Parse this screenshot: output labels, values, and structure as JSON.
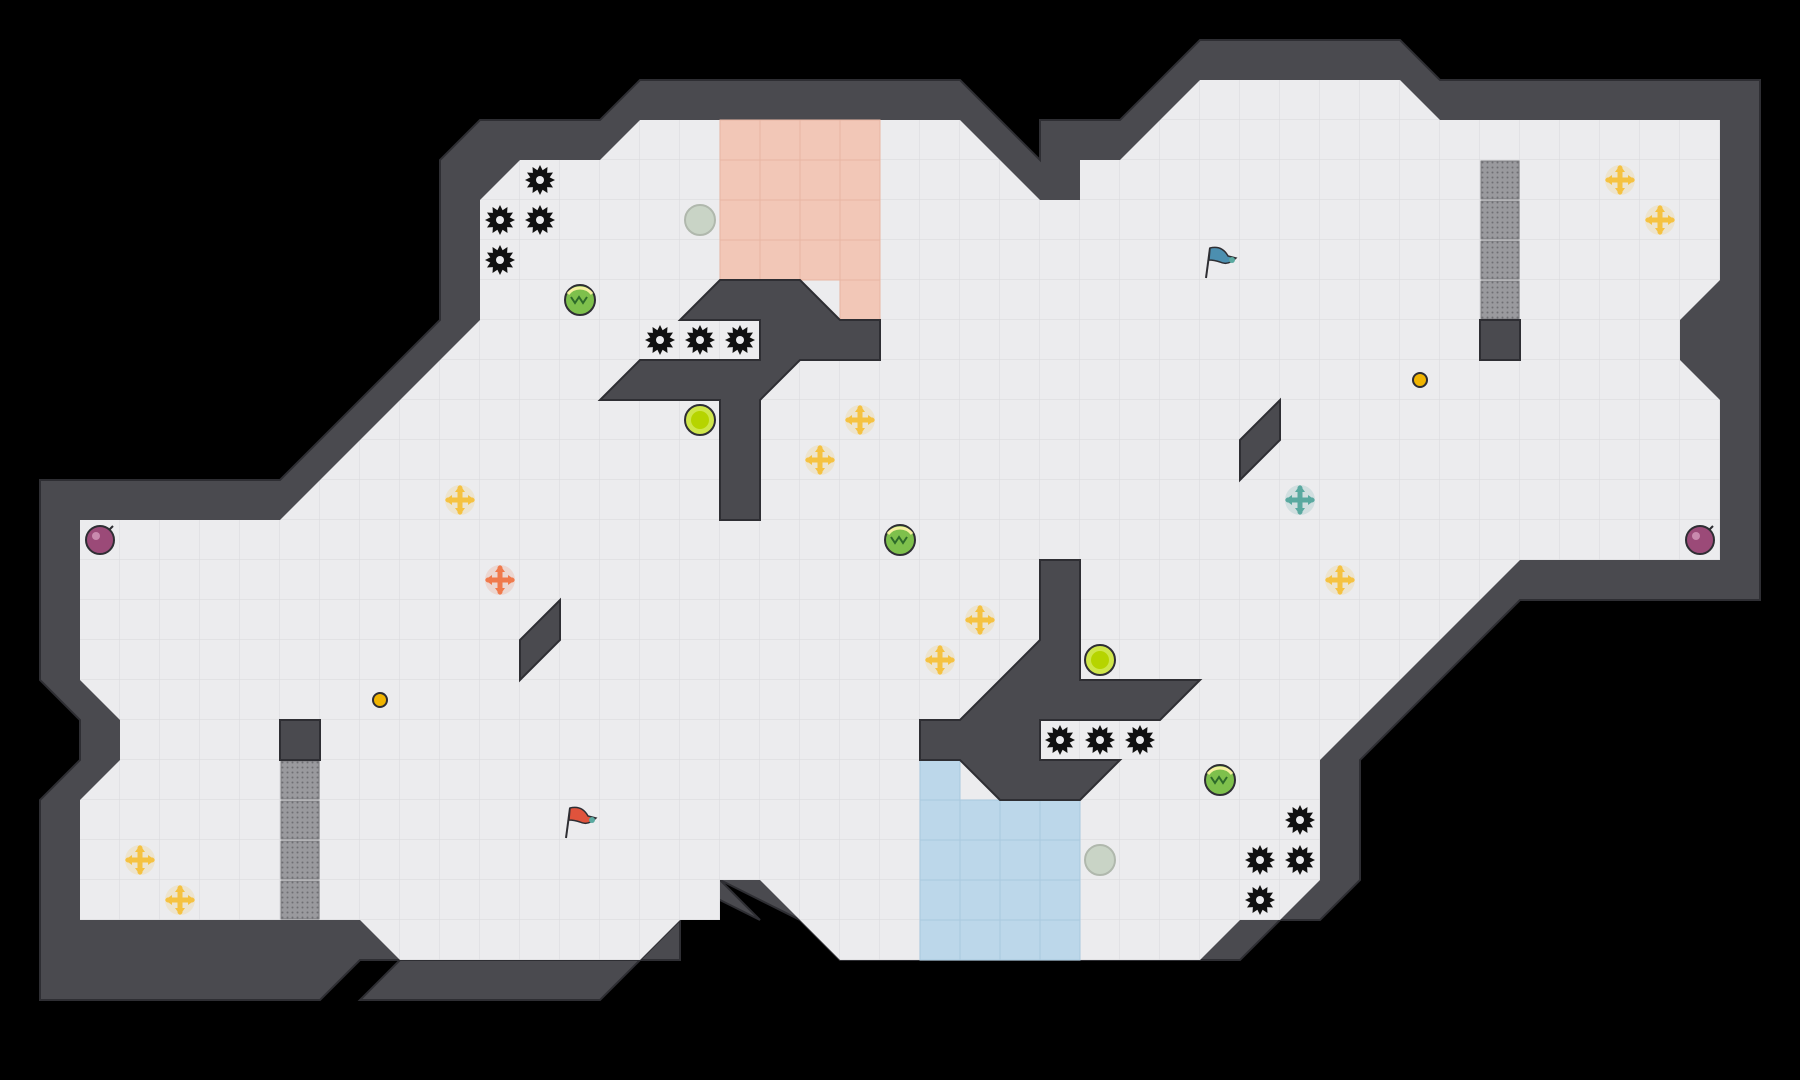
{
  "game": {
    "grid_cols": 45,
    "grid_rows": 27,
    "colors": {
      "background": "#000000",
      "wall": "#4a4a4f",
      "wall_edge": "#2e2e33",
      "floor": "#ececee",
      "floor_line": "#dcdcdf",
      "red_zone": "#f2c7b7",
      "blue_zone": "#bcd7ea",
      "grate": "#8a8a8e",
      "spike": "#111111",
      "coin": "#f0b400",
      "red_team": "#e0533c",
      "blue_team": "#4c8fb0",
      "bomb": "#9b4a78",
      "boost_yellow": "#f5c242",
      "boost_red": "#f07a4c",
      "boost_teal": "#5aa9a0",
      "powerup_green": "#7ec04c",
      "button_green": "#cfe64a",
      "button_inactive": "#c9d4c6"
    },
    "zones": [
      {
        "team": "red",
        "cells": [
          [
            18,
            3
          ],
          [
            19,
            3
          ],
          [
            20,
            3
          ],
          [
            21,
            3
          ],
          [
            18,
            4
          ],
          [
            19,
            4
          ],
          [
            20,
            4
          ],
          [
            21,
            4
          ],
          [
            18,
            5
          ],
          [
            19,
            5
          ],
          [
            20,
            5
          ],
          [
            21,
            5
          ],
          [
            18,
            6
          ],
          [
            19,
            6
          ],
          [
            20,
            6
          ],
          [
            21,
            6
          ],
          [
            21,
            7
          ]
        ]
      },
      {
        "team": "blue",
        "cells": [
          [
            23,
            19
          ],
          [
            23,
            20
          ],
          [
            24,
            20
          ],
          [
            25,
            20
          ],
          [
            26,
            20
          ],
          [
            23,
            21
          ],
          [
            24,
            21
          ],
          [
            25,
            21
          ],
          [
            26,
            21
          ],
          [
            23,
            22
          ],
          [
            24,
            22
          ],
          [
            25,
            22
          ],
          [
            26,
            22
          ],
          [
            23,
            23
          ],
          [
            24,
            23
          ],
          [
            25,
            23
          ],
          [
            26,
            23
          ]
        ]
      }
    ],
    "flags": [
      {
        "team": "red",
        "icon": "red-flag-icon",
        "col": 14,
        "row": 20
      },
      {
        "team": "blue",
        "icon": "blue-flag-icon",
        "col": 30,
        "row": 6
      }
    ],
    "bombs": [
      {
        "icon": "bomb-icon",
        "col": 2,
        "row": 13
      },
      {
        "icon": "bomb-icon",
        "col": 42,
        "row": 13
      }
    ],
    "boosts": [
      {
        "color": "yellow",
        "col": 11,
        "row": 12
      },
      {
        "color": "yellow",
        "col": 21,
        "row": 10
      },
      {
        "color": "yellow",
        "col": 20,
        "row": 11
      },
      {
        "color": "yellow",
        "col": 24,
        "row": 15
      },
      {
        "color": "yellow",
        "col": 23,
        "row": 16
      },
      {
        "color": "yellow",
        "col": 33,
        "row": 14
      },
      {
        "color": "yellow",
        "col": 40,
        "row": 4
      },
      {
        "color": "yellow",
        "col": 41,
        "row": 5
      },
      {
        "color": "yellow",
        "col": 3,
        "row": 21
      },
      {
        "color": "yellow",
        "col": 4,
        "row": 22
      },
      {
        "color": "red",
        "col": 12,
        "row": 14
      },
      {
        "color": "teal",
        "col": 32,
        "row": 12
      }
    ],
    "powerups": [
      {
        "col": 14,
        "row": 7
      },
      {
        "col": 22,
        "row": 13
      },
      {
        "col": 30,
        "row": 19
      }
    ],
    "buttons": [
      {
        "state": "active",
        "col": 17,
        "row": 10
      },
      {
        "state": "active",
        "col": 27,
        "row": 16
      },
      {
        "state": "inactive",
        "col": 17,
        "row": 5
      },
      {
        "state": "inactive",
        "col": 27,
        "row": 21
      }
    ],
    "coins": [
      {
        "col": 9,
        "row": 17
      },
      {
        "col": 35,
        "row": 9
      }
    ],
    "spikes": [
      [
        13,
        4
      ],
      [
        12,
        5
      ],
      [
        13,
        5
      ],
      [
        12,
        6
      ],
      [
        16,
        8
      ],
      [
        17,
        8
      ],
      [
        18,
        8
      ],
      [
        26,
        18
      ],
      [
        27,
        18
      ],
      [
        28,
        18
      ],
      [
        32,
        20
      ],
      [
        31,
        21
      ],
      [
        32,
        21
      ],
      [
        31,
        22
      ]
    ],
    "grates": [
      [
        37,
        4
      ],
      [
        37,
        5
      ],
      [
        37,
        6
      ],
      [
        37,
        7
      ],
      [
        7,
        19
      ],
      [
        7,
        20
      ],
      [
        7,
        21
      ],
      [
        7,
        22
      ]
    ]
  }
}
